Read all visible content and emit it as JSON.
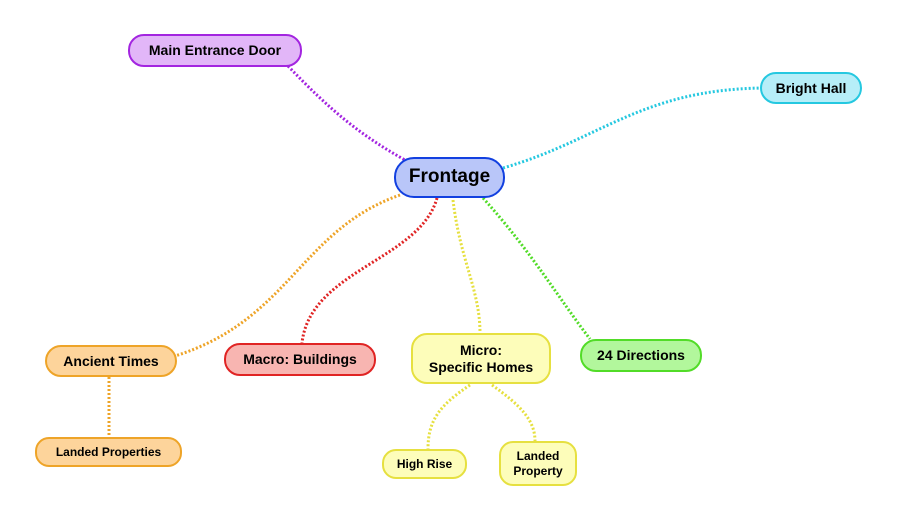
{
  "central": {
    "label": "Frontage",
    "color": "#1240e0"
  },
  "branches": [
    {
      "label": "Main Entrance Door",
      "color": "#a325e0"
    },
    {
      "label": "Bright Hall",
      "color": "#25c8e0"
    },
    {
      "label": "Ancient Times",
      "color": "#eea428",
      "children": [
        {
          "label": "Landed Properties"
        }
      ]
    },
    {
      "label": "Macro: Buildings",
      "color": "#e02424"
    },
    {
      "label": "Micro:\nSpecific Homes",
      "color": "#e6e040",
      "children": [
        {
          "label": "High Rise"
        },
        {
          "label": "Landed\nProperty"
        }
      ]
    },
    {
      "label": "24 Directions",
      "color": "#52dc28"
    }
  ]
}
